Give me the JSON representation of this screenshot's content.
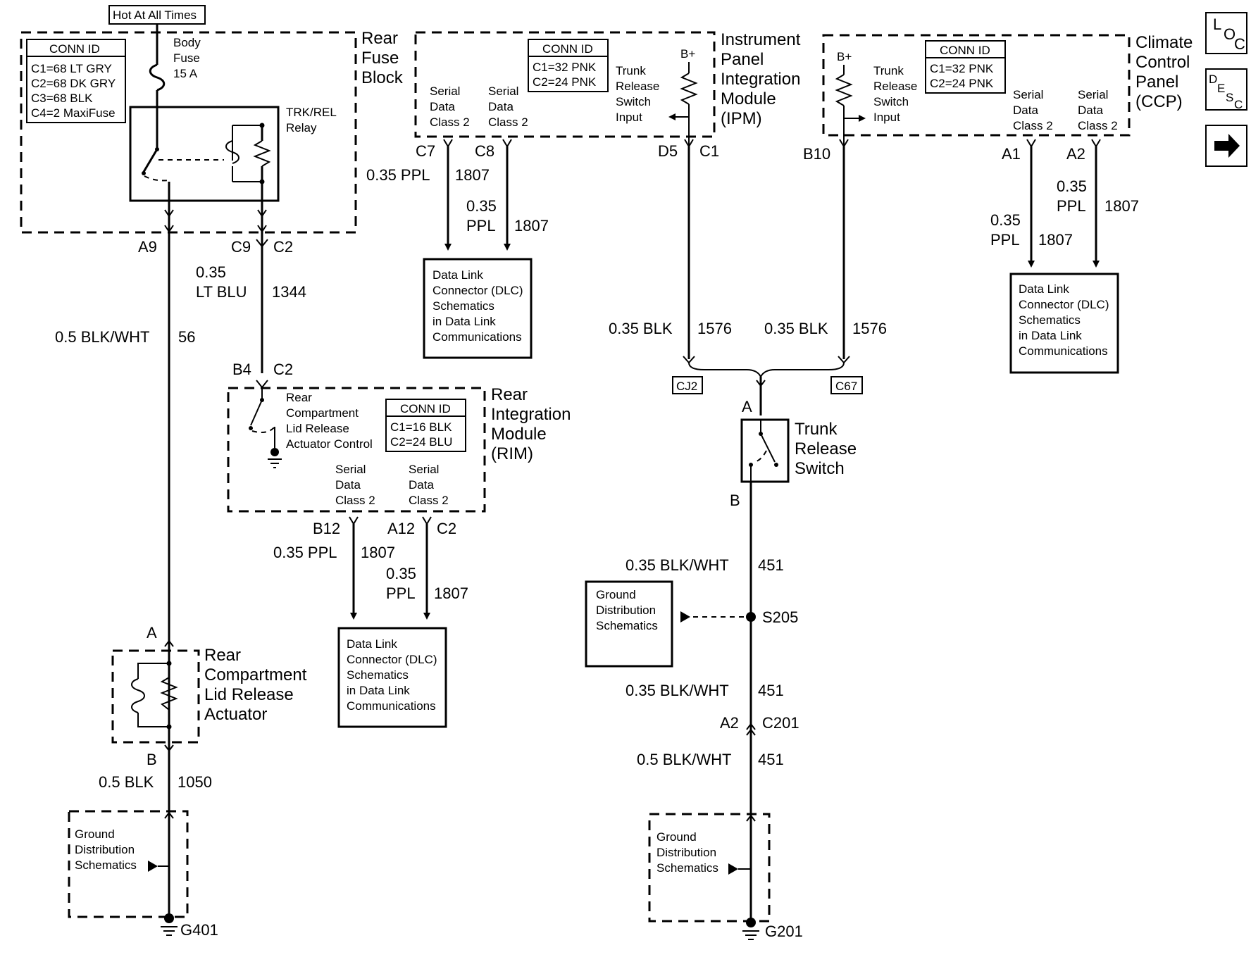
{
  "hot_at_all_times": "Hot At All Times",
  "rear_fuse_block": {
    "title": [
      "Rear",
      "Fuse",
      "Block"
    ],
    "conn_header": "CONN ID",
    "conn": [
      "C1=68 LT GRY",
      "C2=68 DK GRY",
      "C3=68 BLK",
      "C4=2 MaxiFuse"
    ],
    "fuse": [
      "Body",
      "Fuse",
      "15 A"
    ],
    "relay": [
      "TRK/REL",
      "Relay"
    ]
  },
  "ipm": {
    "title": [
      "Instrument",
      "Panel",
      "Integration",
      "Module",
      "(IPM)"
    ],
    "conn_header": "CONN ID",
    "conn": [
      "C1=32 PNK",
      "C2=24 PNK"
    ],
    "serial_left": [
      "Serial",
      "Data",
      "Class 2"
    ],
    "serial_right": [
      "Serial",
      "Data",
      "Class 2"
    ],
    "bplus": "B+",
    "trunk_input": [
      "Trunk",
      "Release",
      "Switch",
      "Input"
    ]
  },
  "ccp": {
    "title": [
      "Climate",
      "Control",
      "Panel",
      "(CCP)"
    ],
    "conn_header": "CONN ID",
    "conn": [
      "C1=32 PNK",
      "C2=24 PNK"
    ],
    "bplus": "B+",
    "trunk_input": [
      "Trunk",
      "Release",
      "Switch",
      "Input"
    ],
    "serial_left": [
      "Serial",
      "Data",
      "Class 2"
    ],
    "serial_right": [
      "Serial",
      "Data",
      "Class 2"
    ]
  },
  "rim": {
    "title": [
      "Rear",
      "Integration",
      "Module",
      "(RIM)"
    ],
    "conn_header": "CONN ID",
    "conn": [
      "C1=16 BLK",
      "C2=24 BLU"
    ],
    "actuator_control": [
      "Rear",
      "Compartment",
      "Lid Release",
      "Actuator Control"
    ],
    "serial_left": [
      "Serial",
      "Data",
      "Class 2"
    ],
    "serial_right": [
      "Serial",
      "Data",
      "Class 2"
    ]
  },
  "actuator": [
    "Rear",
    "Compartment",
    "Lid Release",
    "Actuator"
  ],
  "trunk_switch": [
    "Trunk",
    "Release",
    "Switch"
  ],
  "dlc": [
    "Data Link",
    "Connector (DLC)",
    "Schematics",
    "in Data Link",
    "Communications"
  ],
  "ground_dist": [
    "Ground",
    "Distribution",
    "Schematics"
  ],
  "pins": {
    "a9": "A9",
    "c9": "C9",
    "c2_rfb": "C2",
    "c7": "C7",
    "c8": "C8",
    "d5": "D5",
    "c1_ipm": "C1",
    "b10": "B10",
    "a1": "A1",
    "a2": "A2",
    "b4": "B4",
    "c2_rim": "C2",
    "b12": "B12",
    "a12": "A12",
    "c2_rim_b": "C2",
    "act_a": "A",
    "act_b": "B",
    "sw_a": "A",
    "sw_b": "B",
    "a2_c201": "A2",
    "c201": "C201"
  },
  "wires": {
    "w56_size": "0.5 BLK/WHT",
    "w56_num": "56",
    "w1344_size": [
      "0.35",
      "LT BLU"
    ],
    "w1344_num": "1344",
    "wc7_size": "0.35 PPL",
    "wc7_num": "1807",
    "wc8_size": [
      "0.35",
      "PPL"
    ],
    "wc8_num": "1807",
    "wd5_size": "0.35 BLK",
    "wd5_num": "1576",
    "wb10_size": "0.35 BLK",
    "wb10_num": "1576",
    "wa1_size": [
      "0.35",
      "PPL"
    ],
    "wa1_num": "1807",
    "wa2_size": [
      "0.35",
      "PPL"
    ],
    "wa2_num": "1807",
    "wb12_size": "0.35 PPL",
    "wb12_num": "1807",
    "wa12_size": [
      "0.35",
      "PPL"
    ],
    "wa12_num": "1807",
    "w1050_size": "0.5 BLK",
    "w1050_num": "1050",
    "w451a_size": "0.35 BLK/WHT",
    "w451a_num": "451",
    "w451b_size": "0.35 BLK/WHT",
    "w451b_num": "451",
    "w451c_size": "0.5 BLK/WHT",
    "w451c_num": "451"
  },
  "connectors": {
    "cj2": "CJ2",
    "c67": "C67"
  },
  "splice": "S205",
  "grounds": {
    "g401": "G401",
    "g201": "G201"
  },
  "side_buttons": {
    "loc": [
      "L",
      "O",
      "C"
    ],
    "desc": [
      "D",
      "E",
      "S",
      "C"
    ],
    "next_arrow": "next-arrow-icon"
  }
}
